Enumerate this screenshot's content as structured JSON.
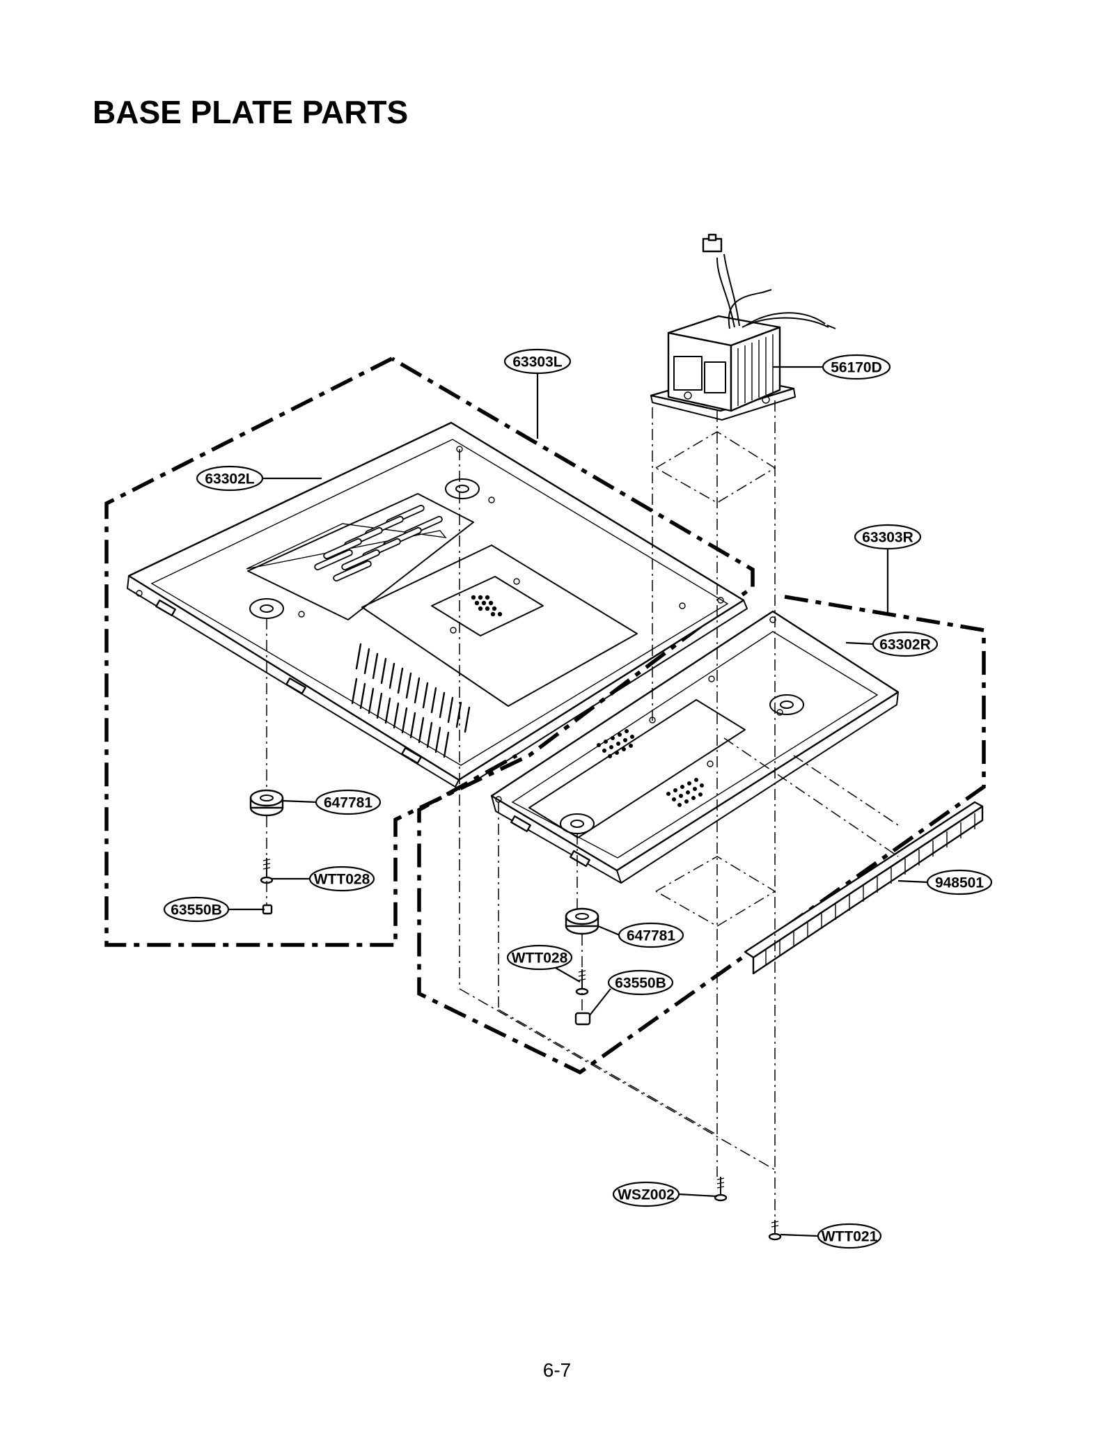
{
  "page": {
    "title": "BASE PLATE PARTS",
    "page_number": "6-7"
  },
  "callouts": [
    {
      "id": "c-63303L",
      "label": "63303L"
    },
    {
      "id": "c-56170D",
      "label": "56170D"
    },
    {
      "id": "c-63302L",
      "label": "63302L"
    },
    {
      "id": "c-63303R",
      "label": "63303R"
    },
    {
      "id": "c-63302R",
      "label": "63302R"
    },
    {
      "id": "c-647781-left",
      "label": "647781"
    },
    {
      "id": "c-WTT028-left",
      "label": "WTT028"
    },
    {
      "id": "c-63550B-left",
      "label": "63550B"
    },
    {
      "id": "c-948501",
      "label": "948501"
    },
    {
      "id": "c-647781-right",
      "label": "647781"
    },
    {
      "id": "c-WTT028-right",
      "label": "WTT028"
    },
    {
      "id": "c-63550B-right",
      "label": "63550B"
    },
    {
      "id": "c-WSZ002",
      "label": "WSZ002"
    },
    {
      "id": "c-WTT021",
      "label": "WTT021"
    }
  ]
}
